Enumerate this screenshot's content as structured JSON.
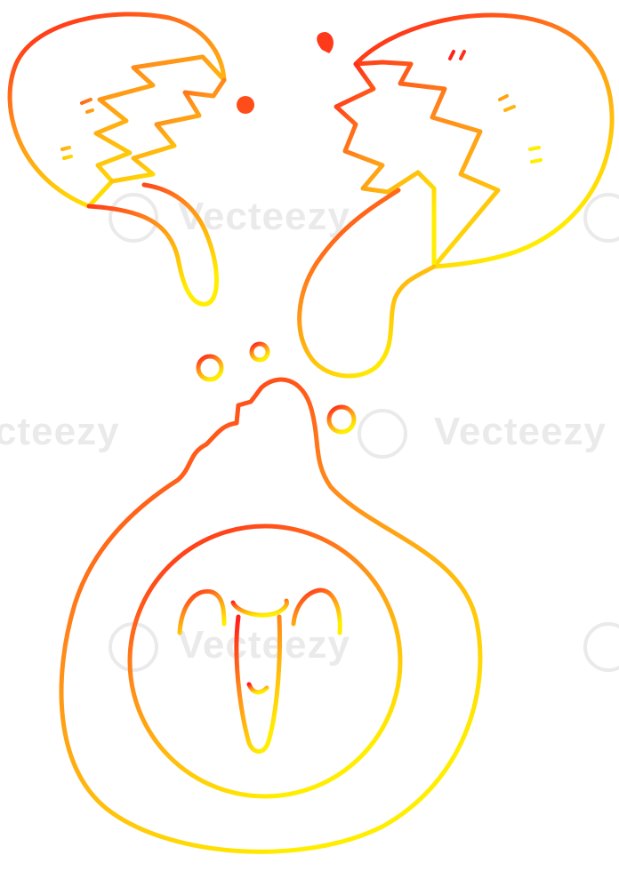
{
  "watermark": {
    "text": "Vecteezy",
    "text_cropped_left": "cteezy",
    "color": "#d9d9d9"
  },
  "illustration": {
    "gradient_top_color": "#ff1a1a",
    "gradient_mid_color": "#ff8c1a",
    "gradient_bottom_color": "#ffee00",
    "elements": [
      "broken-egg-shell-left",
      "broken-egg-shell-right",
      "bubble-dots",
      "egg-white-splash",
      "smiling-egg-yolk"
    ]
  }
}
